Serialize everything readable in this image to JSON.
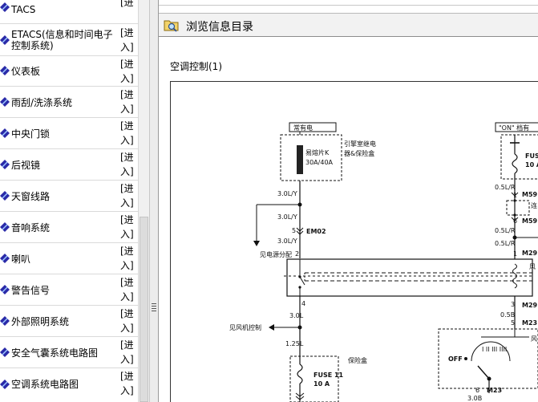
{
  "sidebar": {
    "enter_label": "[进入]",
    "enter_line1": "[进",
    "enter_line2": "入]",
    "items": [
      {
        "label": "TACS"
      },
      {
        "label_line1": "ETACS(信息和时间电子",
        "label_line2": "控制系统)"
      },
      {
        "label": "仪表板"
      },
      {
        "label": "雨刮/洗涤系统"
      },
      {
        "label": "中央门锁"
      },
      {
        "label": "后视镜"
      },
      {
        "label": "天窗线路"
      },
      {
        "label": "音响系统"
      },
      {
        "label": "喇叭"
      },
      {
        "label": "警告信号"
      },
      {
        "label": "外部照明系统"
      },
      {
        "label": "安全气囊系统电路图"
      },
      {
        "label": "空调系统电路图"
      }
    ]
  },
  "header": {
    "title": "浏览信息目录",
    "icon": "browse-catalog-icon"
  },
  "document": {
    "heading": "空调控制(1)"
  },
  "diagram": {
    "always_power": "常有电",
    "on_power": "\"ON\" 档有",
    "fuse_k_line1": "易熔片K",
    "fuse_k_line2": "30A/40A",
    "engine_box_line1": "引擎室继电",
    "engine_box_line2": "器&保险盒",
    "wire_30ly": "3.0L/Y",
    "em02": "EM02",
    "pin_5": "5",
    "pin_2": "2",
    "pin_4": "4",
    "pin_1": "1",
    "pin_3": "3",
    "pin_6": "6",
    "power_dist": "见电源分配",
    "blower_ctrl": "见风机控制",
    "wire_30l": "3.0L",
    "wire_125l": "1.25L",
    "fuse_box": "保险盒",
    "fuse11_line1": "FUSE 11",
    "fuse11_line2": "10 A",
    "fus_right_line1": "FUS",
    "fus_right_line2": "10 A",
    "wire_05lr": "0.5L/R",
    "m59": "M59",
    "m29": "M29",
    "m23": "M23",
    "wire_05b": "0.5B",
    "wire_30b": "3.0B",
    "lian": "连",
    "feng": "风",
    "off": "OFF",
    "switch_marks": "I  II  III  IIII"
  }
}
